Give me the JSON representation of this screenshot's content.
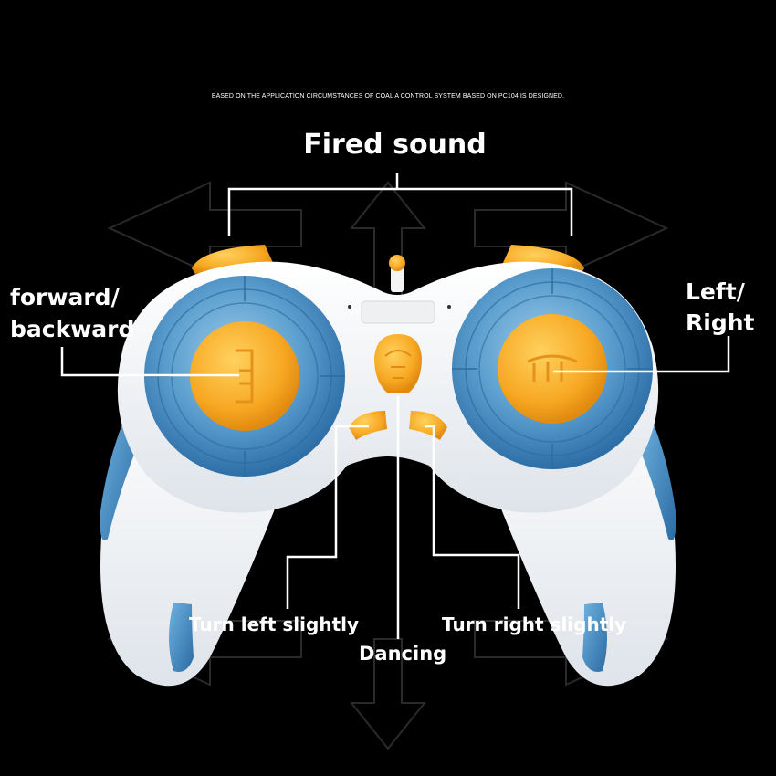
{
  "caption": "BASED ON THE APPLICATION CIRCUMSTANCES OF COAL  A CONTROL SYSTEM BASED ON PC104 IS DESIGNED.",
  "labels": {
    "fired_sound": "Fired sound",
    "forward_line1": "forward/",
    "forward_line2": "backward",
    "leftright_line1": "Left/",
    "leftright_line2": "Right",
    "turn_left": "Turn left slightly",
    "turn_right": "Turn right slightly",
    "dancing": "Dancing"
  },
  "colors": {
    "background": "#000000",
    "body": "#f2f4f6",
    "blue": "#4a90c8",
    "orange": "#f7a823",
    "leader": "#ffffff"
  }
}
